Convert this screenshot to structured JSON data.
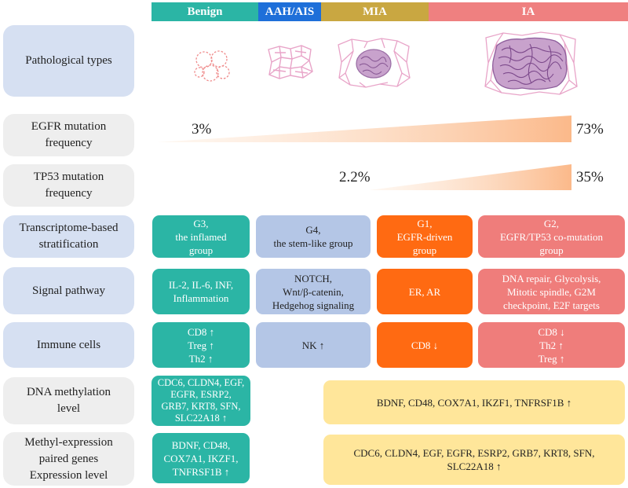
{
  "headers": {
    "benign": "Benign",
    "aah": "AAH/AIS",
    "mia": "MIA",
    "ia": "IA"
  },
  "colors": {
    "benign": "#2bb5a5",
    "aah": "#1e6fd9",
    "mia": "#c9a741",
    "ia": "#ef8080"
  },
  "rows": {
    "pathological": "Pathological types",
    "egfr": "EGFR mutation\nfrequency",
    "tp53": "TP53 mutation\nfrequency",
    "transcriptome": "Transcriptome-based\nstratification",
    "signal": "Signal pathway",
    "immune": "Immune cells",
    "dna": "DNA methylation\nlevel",
    "methyl": "Methyl-expression\npaired genes\nExpression level"
  },
  "egfr": {
    "start": "3%",
    "end": "73%",
    "start_value": 3,
    "end_value": 73
  },
  "tp53": {
    "start": "2.2%",
    "end": "35%",
    "start_value": 2.2,
    "end_value": 35
  },
  "transcriptome": {
    "g3": "G3,\nthe inflamed\ngroup",
    "g4": "G4,\nthe stem-like group",
    "g1": "G1,\nEGFR-driven\ngroup",
    "g2": "G2,\nEGFR/TP53 co-mutation\ngroup"
  },
  "signal": {
    "g3": "IL-2, IL-6, INF,\nInflammation",
    "g4": "NOTCH,\nWnt/β-catenin,\nHedgehog signaling",
    "g1": "ER, AR",
    "g2": "DNA repair, Glycolysis,\nMitotic spindle, G2M\ncheckpoint, E2F targets"
  },
  "immune": {
    "g3": "CD8 ↑\nTreg ↑\nTh2 ↑",
    "g4": "NK ↑",
    "g1": "CD8 ↓",
    "g2": "CD8 ↓\nTh2 ↑\nTreg ↑"
  },
  "dna": {
    "benign": "CDC6, CLDN4, EGF,\nEGFR, ESRP2,\nGRB7, KRT8, SFN,\nSLC22A18 ↑",
    "ia": "BDNF, CD48, COX7A1, IKZF1, TNFRSF1B ↑"
  },
  "methyl": {
    "benign": "BDNF, CD48,\nCOX7A1, IKZF1,\nTNFRSF1B ↑",
    "ia": "CDC6, CLDN4, EGF, EGFR, ESRP2, GRB7, KRT8, SFN,\nSLC22A18 ↑"
  },
  "icons": [
    "benign-cell-cluster-icon",
    "aah-tissue-icon",
    "mia-tissue-icon",
    "ia-tumor-icon"
  ]
}
